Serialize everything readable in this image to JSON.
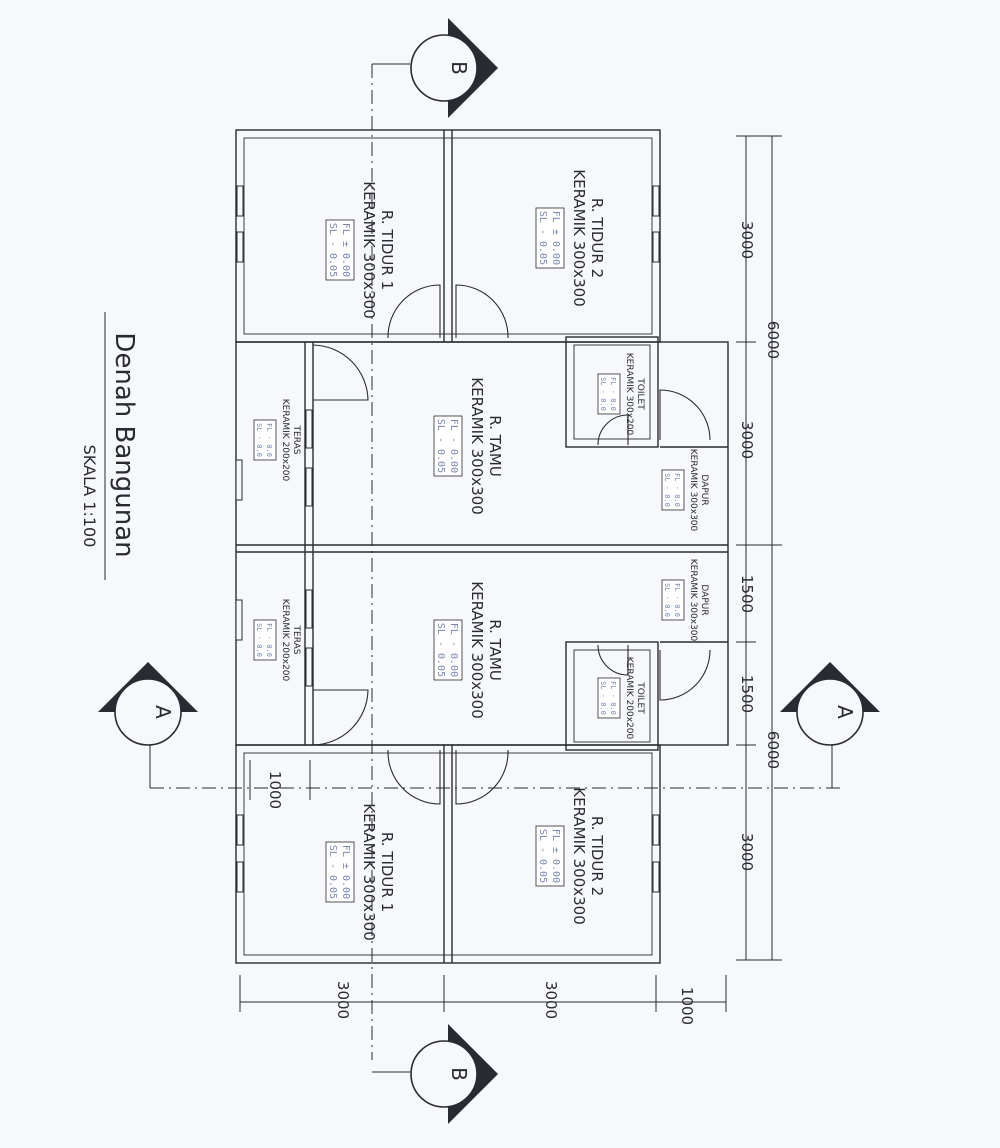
{
  "title": "Denah Bangunan",
  "scale": "SKALA 1:100",
  "rooms": [
    {
      "name": "R. TIDUR 1",
      "floor": "KERAMIK 300x300",
      "fl": "FL ± 0.00",
      "sl": "SL - 0.05"
    },
    {
      "name": "R. TIDUR 2",
      "floor": "KERAMIK 300x300",
      "fl": "FL ± 0.00",
      "sl": "SL - 0.05"
    },
    {
      "name": "TERAS",
      "floor": "KERAMIK 200x200",
      "fl": "FL - 0.0",
      "sl": "SL - 0.0"
    },
    {
      "name": "R. TAMU",
      "floor": "KERAMIK 300x300",
      "fl": "FL - 0.00",
      "sl": "SL - 0.05"
    },
    {
      "name": "TOILET",
      "floor": "KERAMIK 300x200",
      "fl": "FL - 0.0",
      "sl": "SL - 0.0"
    },
    {
      "name": "DAPUR",
      "floor": "KERAMIK 300x300",
      "fl": "FL - 0.0",
      "sl": "SL - 0.0"
    },
    {
      "name": "TERAS",
      "floor": "KERAMIK 200x200",
      "fl": "FL - 0.0",
      "sl": "SL - 0.0"
    },
    {
      "name": "R. TAMU",
      "floor": "KERAMIK 300x300",
      "fl": "FL - 0.00",
      "sl": "SL - 0.05"
    },
    {
      "name": "DAPUR",
      "floor": "KERAMIK 300x300",
      "fl": "FL - 0.0",
      "sl": "SL - 0.0"
    },
    {
      "name": "TOILET",
      "floor": "KERAMIK 200x200",
      "fl": "FL - 0.0",
      "sl": "SL - 0.0"
    },
    {
      "name": "R. TIDUR 1",
      "floor": "KERAMIK 300x300",
      "fl": "FL ± 0.00",
      "sl": "SL - 0.05"
    },
    {
      "name": "R. TIDUR 2",
      "floor": "KERAMIK 300x300",
      "fl": "FL ± 0.00",
      "sl": "SL - 0.05"
    }
  ],
  "dimensions": {
    "right_total_top": "6000",
    "right_total_bottom": "6000",
    "right_top": "3000",
    "right_mid_upper": "3000",
    "right_mid_a": "1500",
    "right_mid_b": "1500",
    "right_bottom": "3000",
    "bottom_left": "3000",
    "bottom_mid": "3000",
    "bottom_right": "1000",
    "left_small": "1000"
  },
  "section_marks": {
    "top": "B",
    "bottom": "B",
    "left": "A",
    "right": "A"
  }
}
